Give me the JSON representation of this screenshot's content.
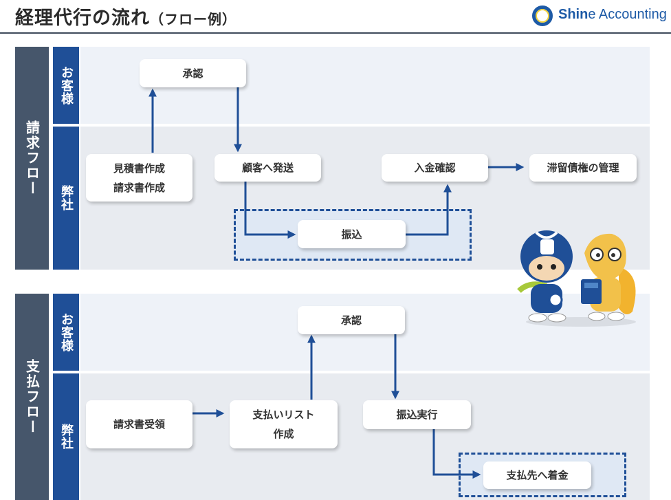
{
  "header": {
    "title": "経理代行の流れ",
    "subtitle": "（フロー例）",
    "logo_bold": "Shin",
    "logo_rest": "e Accounting",
    "logo_colors": {
      "blue": "#1d5aa6",
      "yellow": "#f2d23a"
    }
  },
  "billing_flow": {
    "label": "請求フロー",
    "customer_label": "お客様",
    "company_label": "弊社",
    "nodes": {
      "approve": "承認",
      "estimate_line1": "見積書作成",
      "estimate_line2": "請求書作成",
      "send": "顧客へ発送",
      "payment_confirm": "入金確認",
      "overdue": "滞留債権の管理",
      "transfer": "振込"
    }
  },
  "payment_flow": {
    "label": "支払フロー",
    "customer_label": "お客様",
    "company_label": "弊社",
    "nodes": {
      "approve": "承認",
      "receive_invoice": "請求書受領",
      "list_line1": "支払いリスト",
      "list_line2": "作成",
      "execute_transfer": "振込実行",
      "arrival": "支払先へ着金"
    }
  },
  "colors": {
    "flow_label_bg": "#46566b",
    "party_label_bg": "#1f4f97",
    "arrow": "#1f4f97",
    "lane_bg": "#eef2f8"
  },
  "icons": {
    "mascot": "mascot-characters-icon"
  }
}
